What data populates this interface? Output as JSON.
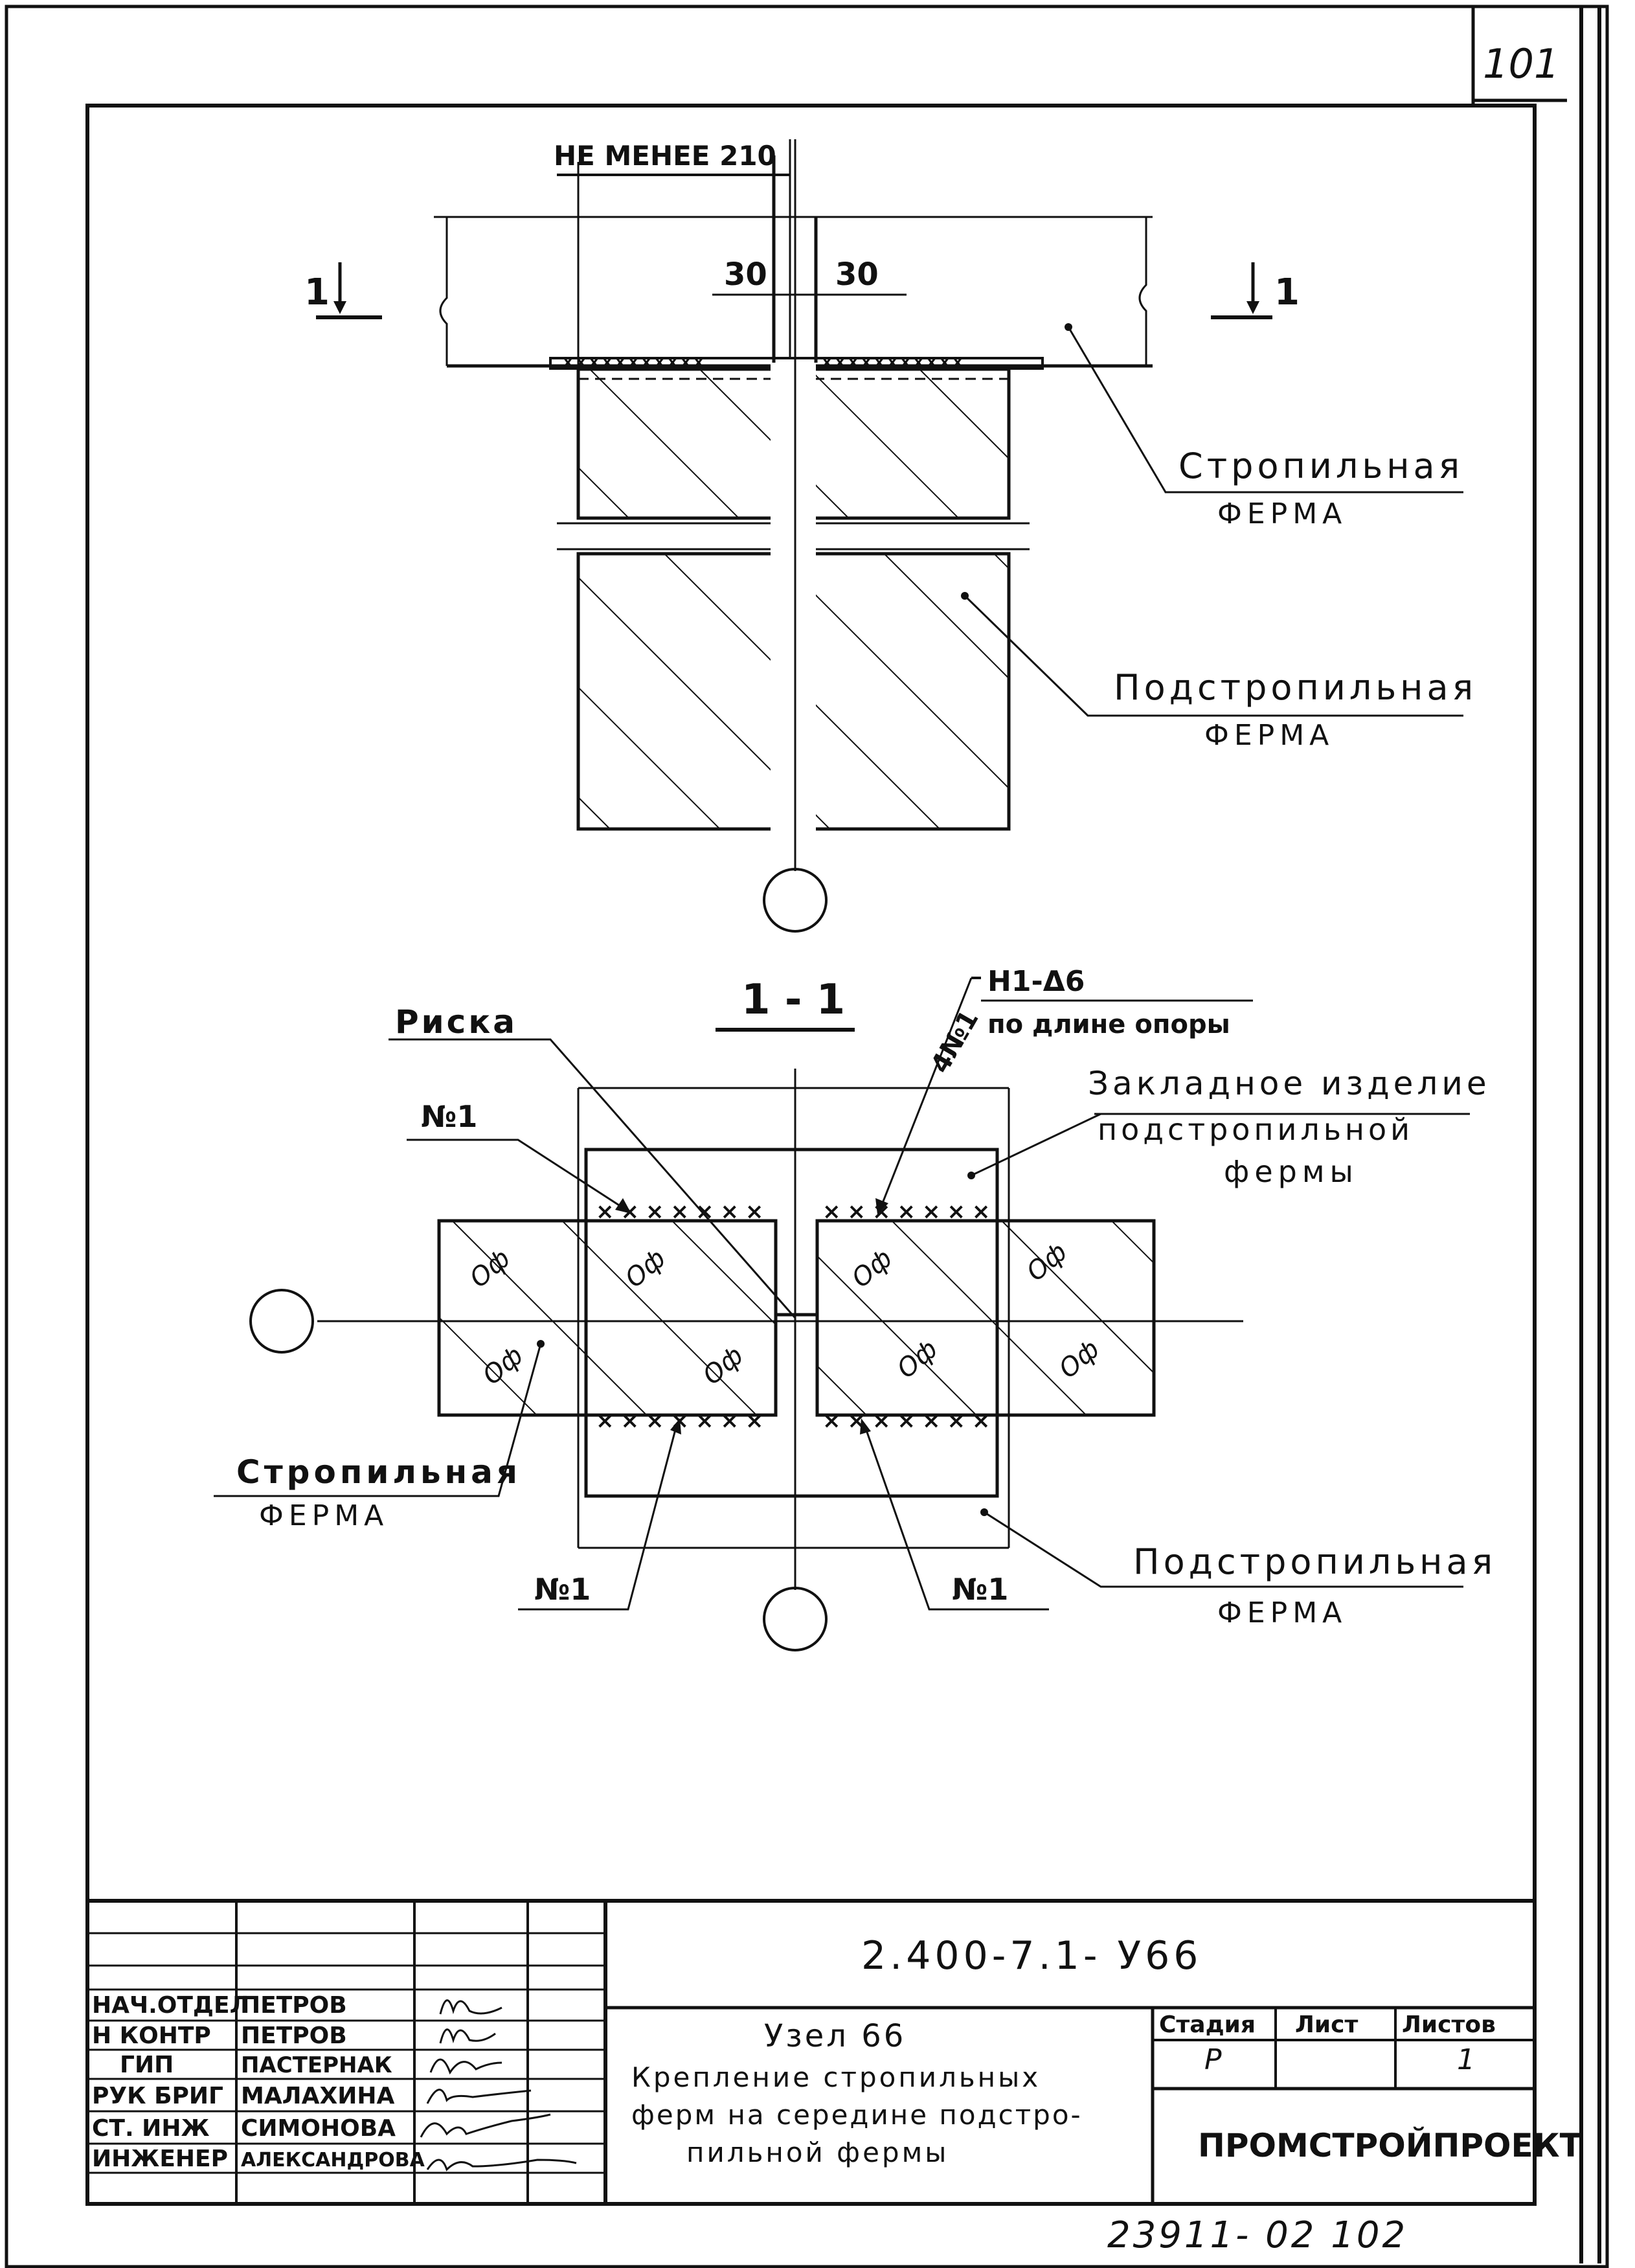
{
  "sheet": {
    "sheet_number": "101",
    "archive_number": "23911- 02  102"
  },
  "plan_view": {
    "dim_min_label": "НЕ МЕНЕЕ 210",
    "dim_left": "30",
    "dim_right": "30",
    "section_mark_left": "1",
    "section_mark_right": "1",
    "label_truss_line1": "Стропильная",
    "label_truss_line2": "ФЕРМА",
    "label_subtruss_line1": "Подстропильная",
    "label_subtruss_line2": "ФЕРМА"
  },
  "section_view": {
    "title": "1 - 1",
    "weld_spec": "Н1-Δ6",
    "weld_spec_note": "по длине опоры",
    "weld_count": "4№1",
    "label_risk": "Риска",
    "label_n1_top": "№1",
    "label_embedded_line1": "Закладное изделие",
    "label_embedded_line2": "подстропильной",
    "label_embedded_line3": "фермы",
    "label_truss_line1": "Стропильная",
    "label_truss_line2": "ФЕРМА",
    "label_n1_bottom_left": "№1",
    "label_n1_bottom_right": "№1",
    "label_subtruss_line1": "Подстропильная",
    "label_subtruss_line2": "ФЕРМА",
    "hatch_marks": [
      "Оф",
      "Оф",
      "Оф",
      "Оф",
      "Оф",
      "Оф",
      "Оф",
      "Оф"
    ]
  },
  "title_block": {
    "document_code": "2.400-7.1- У66",
    "roles": [
      "НАЧ.ОТДЕЛ",
      "Н КОНТР",
      "ГИП",
      "РУК БРИГ",
      "СТ. ИНЖ",
      "ИНЖЕНЕР"
    ],
    "names": [
      "ПЕТРОВ",
      "ПЕТРОВ",
      "ПАСТЕРНАК",
      "МАЛАХИНА",
      "СИМОНОВА",
      "АЛЕКСАНДРОВА"
    ],
    "node_title": "Узел 66",
    "description_lines": [
      "Крепление стропильных",
      "ферм на середине подстро-",
      "пильной фермы"
    ],
    "stage_header": "Стадия",
    "sheet_header": "Лист",
    "sheets_header": "Листов",
    "stage_value": "Р",
    "sheet_value": "",
    "sheets_value": "1",
    "organization": "ПРОМСТРОЙПРОЕКТ"
  }
}
